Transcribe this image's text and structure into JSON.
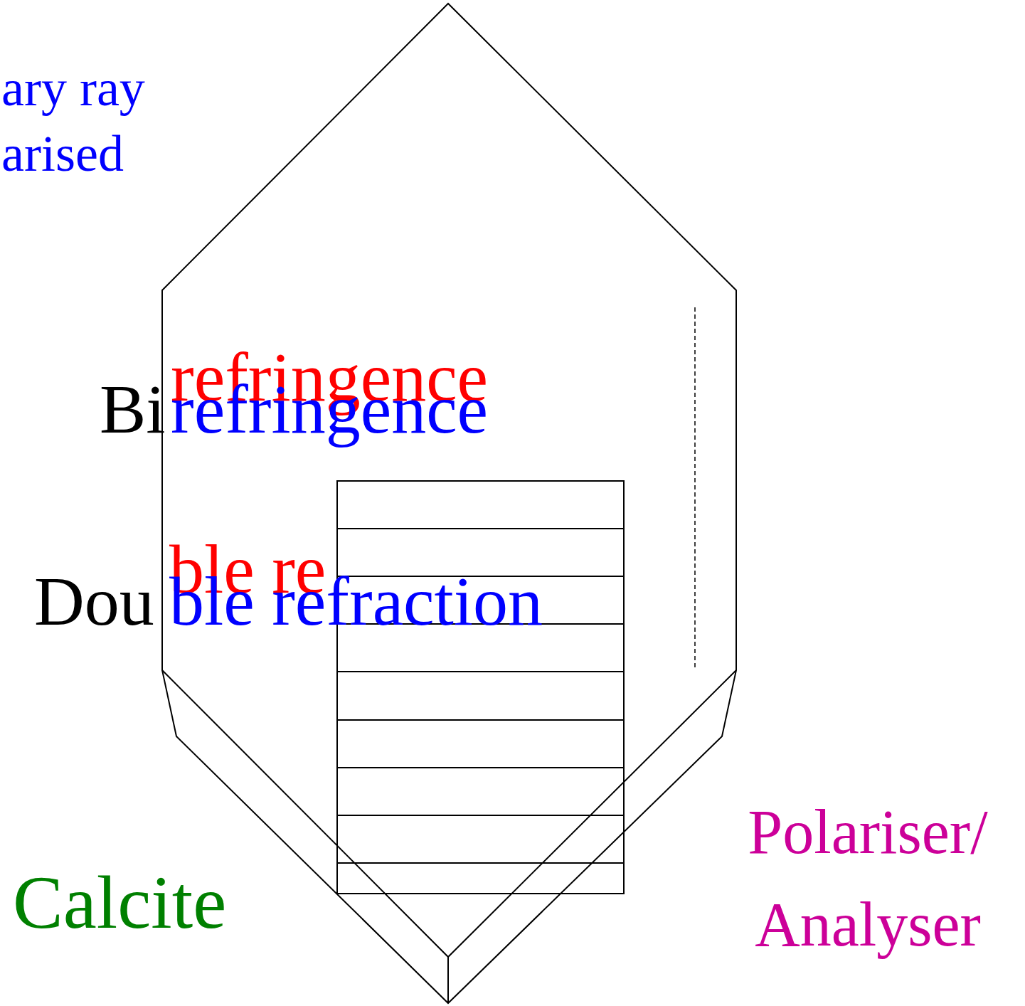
{
  "diagram": {
    "labels": [
      "ary ray",
      "arised",
      "Bi",
      "refringence",
      "refringence",
      "Dou",
      "ble re",
      "ble refraction",
      "Calcite",
      "Polariser/ Analyser"
    ]
  }
}
